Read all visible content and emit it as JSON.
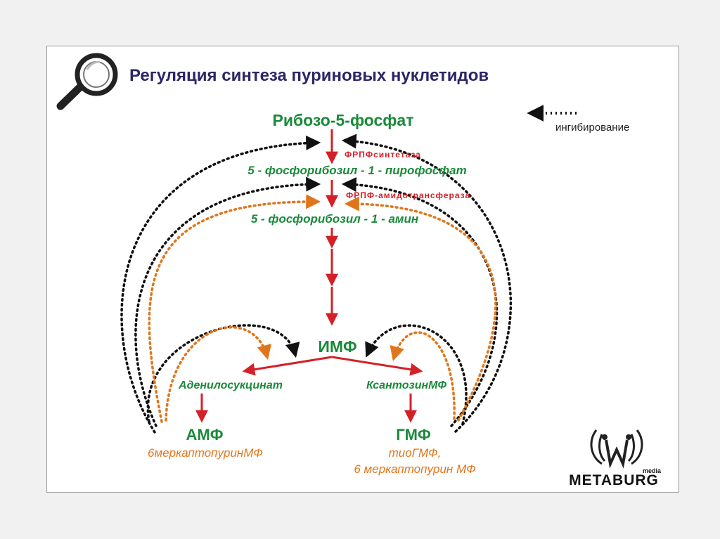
{
  "title": "Регуляция синтеза пуриновых нуклетидов",
  "legend": {
    "label": "ингибирование"
  },
  "nodes": {
    "ribose": "Рибозо-5-фосфат",
    "prpp": "5 - фосфорибозил - 1 - пирофосфат",
    "pra": "5 - фосфорибозил - 1 - амин",
    "imp": "ИМФ",
    "adenylosuccinate": "Аденилосукцинат",
    "xmp": "КсантозинМФ",
    "amp": "АМФ",
    "gmp": "ГМФ"
  },
  "enzymes": {
    "prpp_synthetase": "ФРПФсинтетаза",
    "amidotransferase": "ФРПФ-амидотрансфераза"
  },
  "inhibitors": {
    "amp_drug": "6меркаптопуринМФ",
    "gmp_drug_line1": "тиоГМФ,",
    "gmp_drug_line2": "6 меркаптопурин МФ"
  },
  "watermark": {
    "small": "media",
    "brand": "METABURG"
  },
  "colors": {
    "title": "#2c2566",
    "node_green": "#1a8a3a",
    "arrow_red": "#d42027",
    "drug_orange": "#e0761c",
    "inhibition_black": "#111111"
  },
  "icons": [
    "magnifier-icon",
    "metaburg-logo-icon"
  ]
}
